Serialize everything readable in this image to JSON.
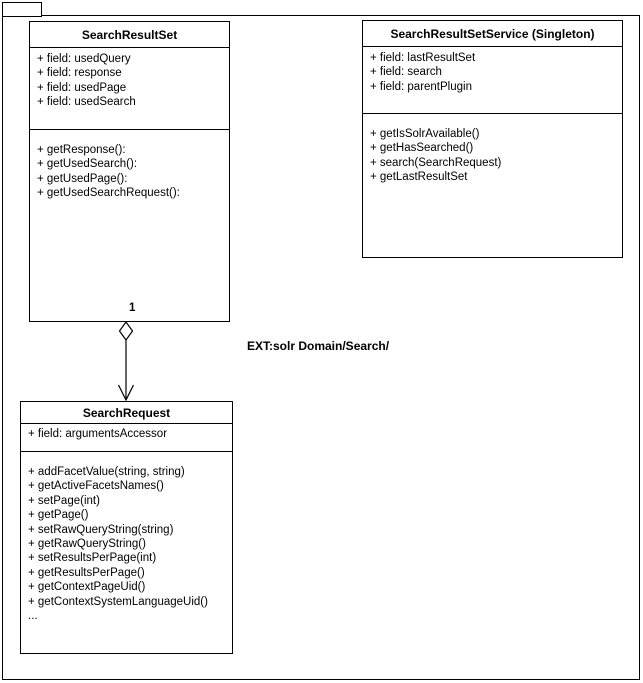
{
  "diagram": {
    "note": "EXT:solr Domain/Search/",
    "association": {
      "multiplicity": "1"
    },
    "classes": [
      {
        "title": "SearchResultSet",
        "fields": [
          "+ field: usedQuery",
          "+ field: response",
          "+ field: usedPage",
          "+ field: usedSearch"
        ],
        "methods": [
          "+ getResponse():",
          "+ getUsedSearch():",
          "+ getUsedPage():",
          "+ getUsedSearchRequest():"
        ]
      },
      {
        "title": "SearchResultSetService (Singleton)",
        "fields": [
          "+ field: lastResultSet",
          "+ field: search",
          "+ field: parentPlugin"
        ],
        "methods": [
          "+ getIsSolrAvailable()",
          "+ getHasSearched()",
          "+ search(SearchRequest)",
          "+ getLastResultSet"
        ]
      },
      {
        "title": "SearchRequest",
        "fields": [
          "+ field: argumentsAccessor"
        ],
        "methods": [
          "+ addFacetValue(string, string)",
          "+ getActiveFacetsNames()",
          "+ setPage(int)",
          "+ getPage()",
          "+ setRawQueryString(string)",
          "+ getRawQueryString()",
          "+ setResultsPerPage(int)",
          "+ getResultsPerPage()",
          "+ getContextPageUid()",
          "+ getContextSystemLanguageUid()",
          "..."
        ]
      }
    ]
  },
  "colors": {
    "line": "#000000",
    "background": "#ffffff"
  }
}
